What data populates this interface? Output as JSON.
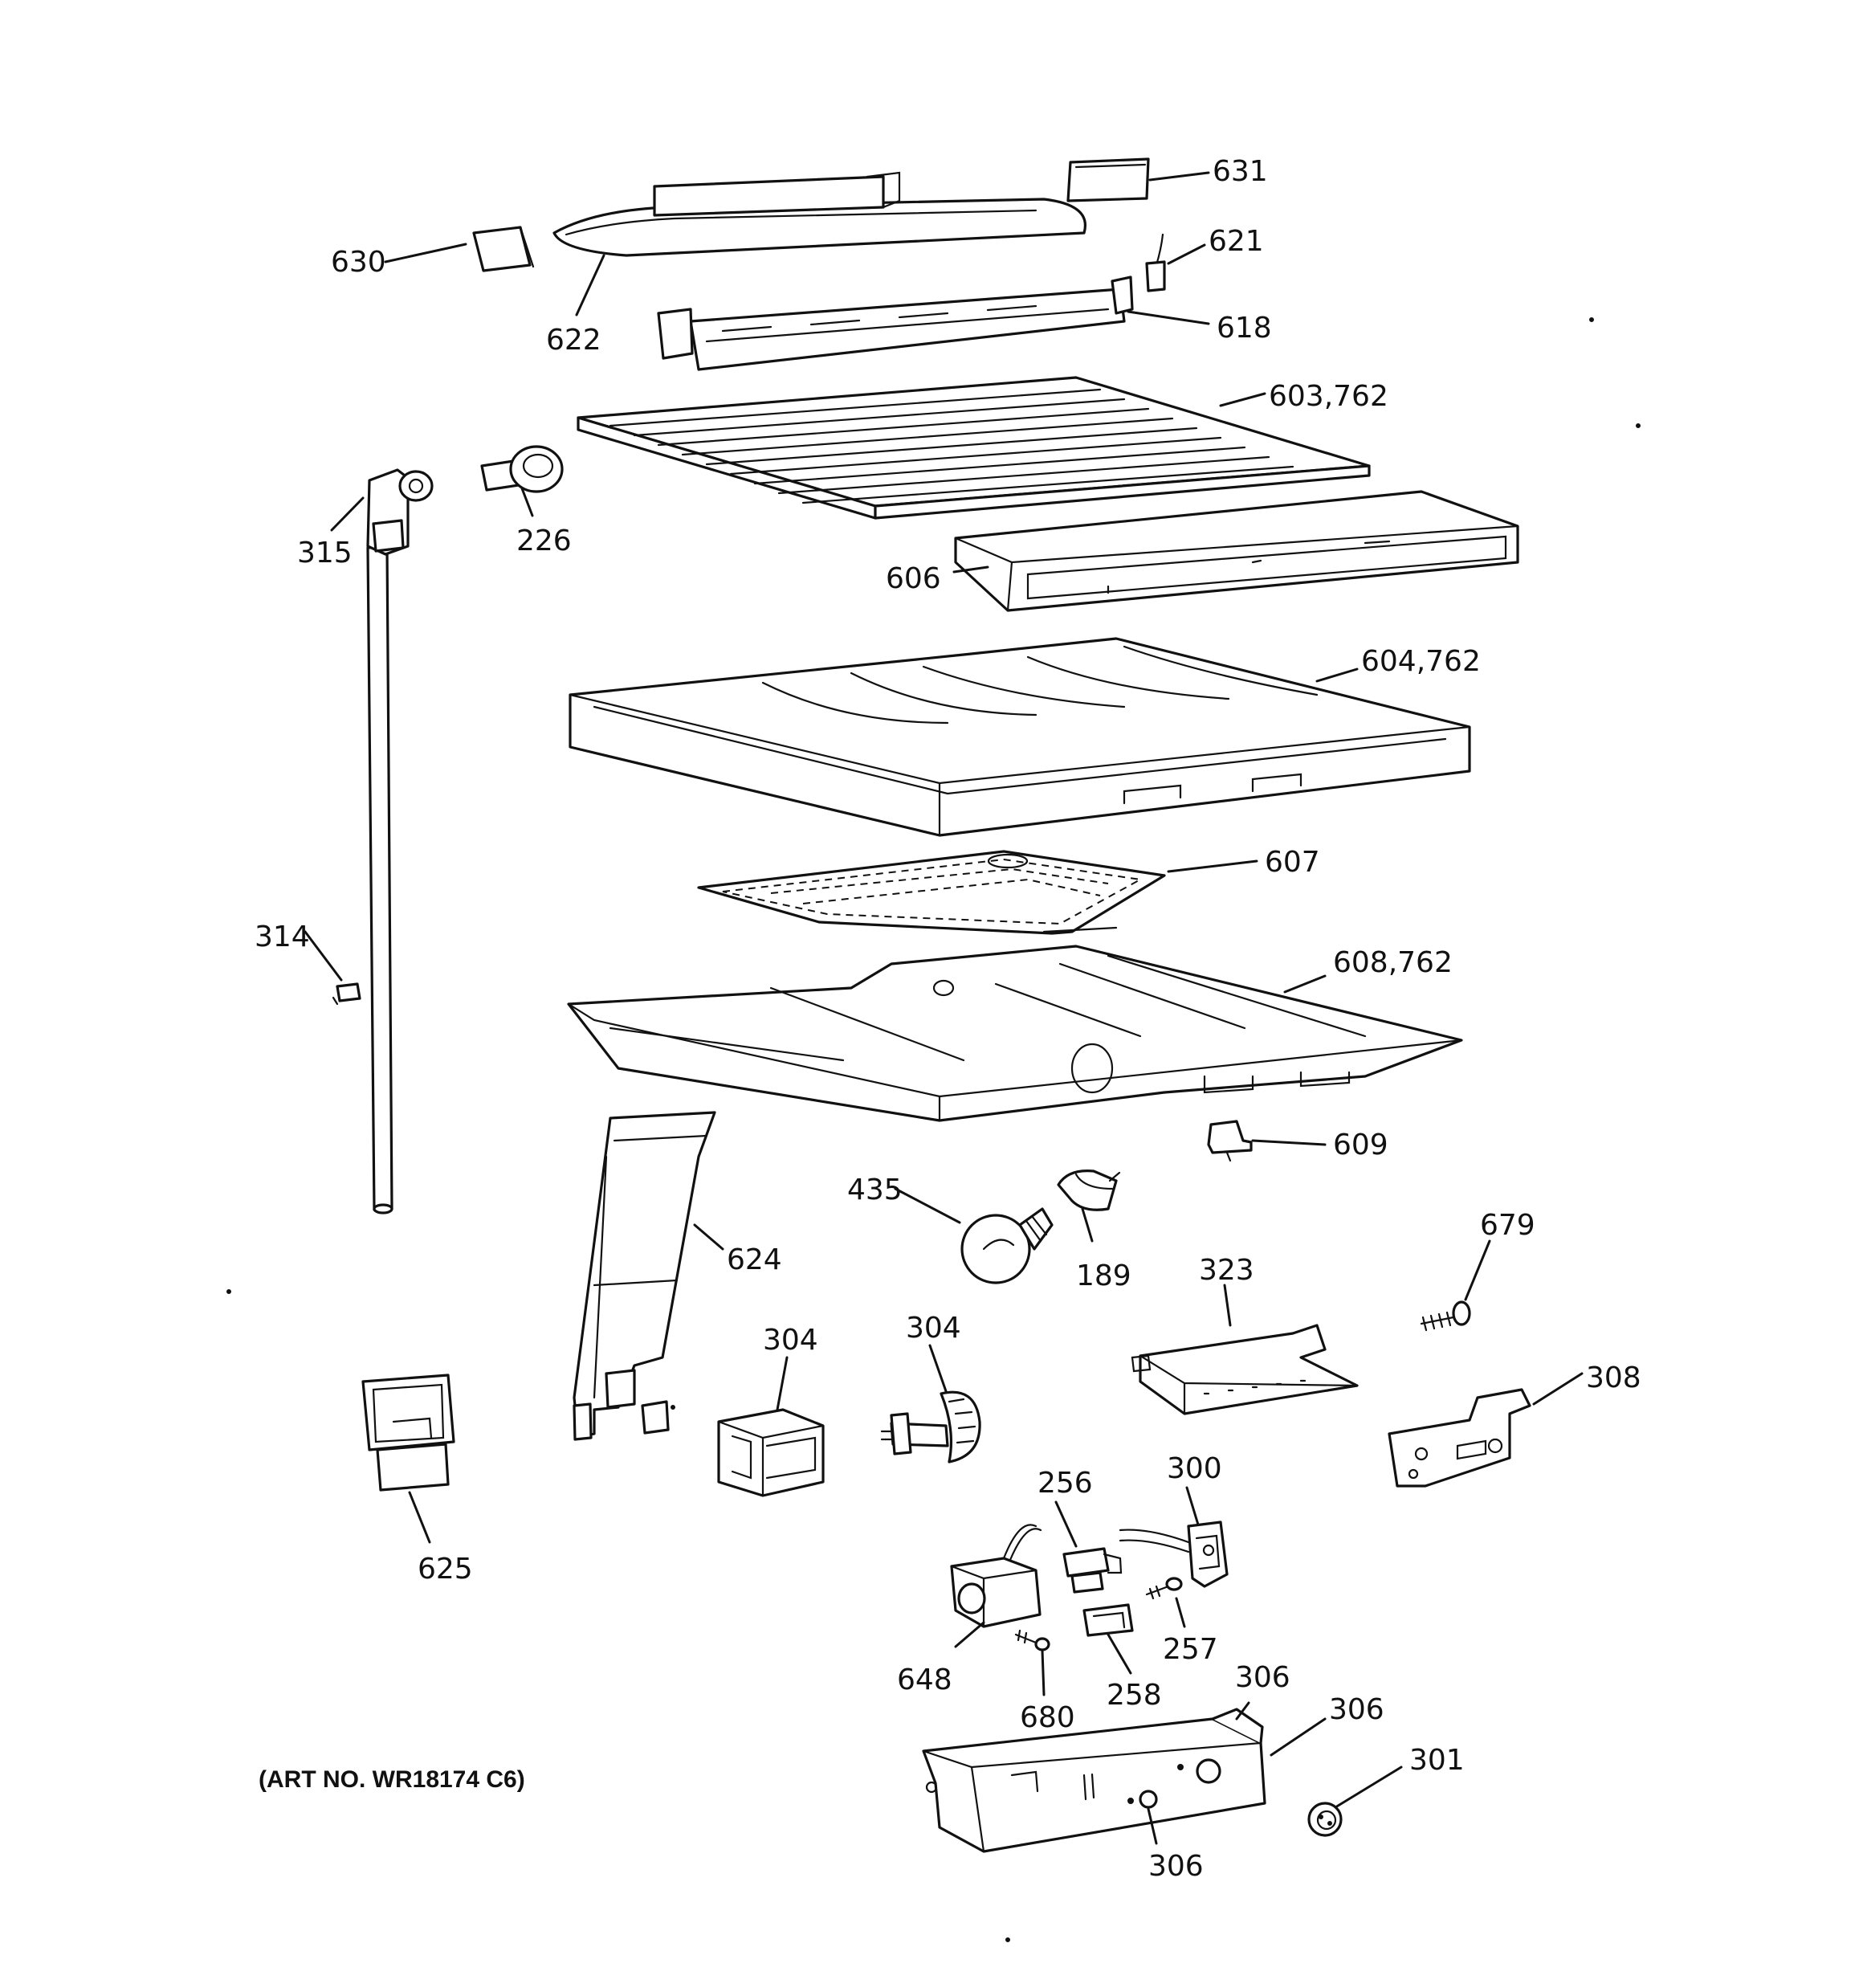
{
  "art_number": "(ART NO. WR18174 C6)",
  "callouts": {
    "p631": "631",
    "p621": "621",
    "p630": "630",
    "p622": "622",
    "p618": "618",
    "p603": "603,762",
    "p226": "226",
    "p315": "315",
    "p606": "606",
    "p604": "604,762",
    "p607": "607",
    "p314": "314",
    "p608": "608,762",
    "p609": "609",
    "p435": "435",
    "p189": "189",
    "p624": "624",
    "p679": "679",
    "p323": "323",
    "p304a": "304",
    "p304b": "304",
    "p308": "308",
    "p625": "625",
    "p256": "256",
    "p300": "300",
    "p257": "257",
    "p648": "648",
    "p680": "680",
    "p258": "258",
    "p306a": "306",
    "p306b": "306",
    "p306c": "306",
    "p301": "301"
  }
}
